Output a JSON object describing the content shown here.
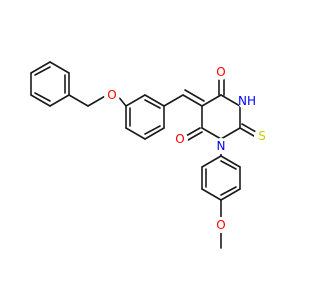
{
  "molecule": {
    "atoms": [
      {
        "id": "O1",
        "label": "O",
        "color": "#ff0000"
      },
      {
        "id": "O2",
        "label": "O",
        "color": "#ff0000"
      },
      {
        "id": "O3",
        "label": "O",
        "color": "#ff0000"
      },
      {
        "id": "O4",
        "label": "O",
        "color": "#ff0000"
      },
      {
        "id": "NH",
        "label": "NH",
        "color": "#0000ff"
      },
      {
        "id": "N1",
        "label": "N",
        "color": "#0000ff"
      },
      {
        "id": "S1",
        "label": "S",
        "color": "#cccc00"
      }
    ],
    "bond_color": "#1a1a1a",
    "background": "#ffffff"
  }
}
